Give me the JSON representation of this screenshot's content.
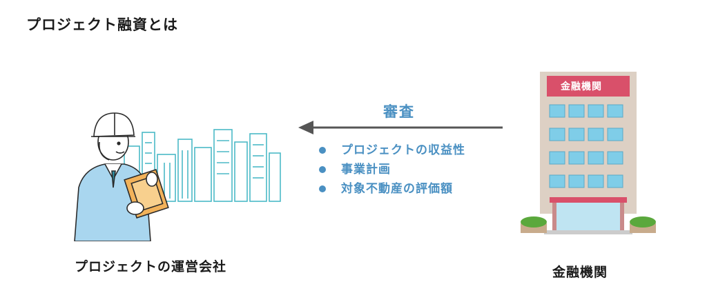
{
  "page": {
    "title": "プロジェクト融資とは"
  },
  "left": {
    "caption": "プロジェクトの運営会社"
  },
  "right": {
    "caption": "金融機関",
    "sign": "金融機関"
  },
  "review": {
    "title": "審査",
    "items": [
      "プロジェクトの収益性",
      "事業計画",
      "対象不動産の評価額"
    ]
  },
  "colors": {
    "accent": "#4a90c2",
    "arrow": "#555555",
    "sign": "#d9506a",
    "building": "#ddd0c4"
  },
  "icons": [
    "worker-illustration",
    "city-skyline-illustration",
    "bank-building-illustration",
    "arrow-left-icon"
  ]
}
